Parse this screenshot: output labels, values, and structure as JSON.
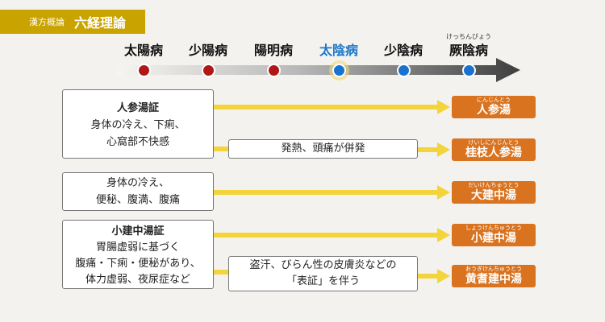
{
  "header": {
    "category": "漢方概論",
    "title": "六経理論"
  },
  "stages": [
    {
      "label": "太陽病",
      "type": "yang",
      "active": false,
      "ruby": ""
    },
    {
      "label": "少陽病",
      "type": "yang",
      "active": false,
      "ruby": ""
    },
    {
      "label": "陽明病",
      "type": "yang",
      "active": false,
      "ruby": ""
    },
    {
      "label": "太陰病",
      "type": "yin",
      "active": true,
      "ruby": ""
    },
    {
      "label": "少陰病",
      "type": "yin",
      "active": false,
      "ruby": ""
    },
    {
      "label": "厥陰病",
      "type": "yin",
      "active": false,
      "ruby": "けっちんびょう"
    }
  ],
  "boxes": {
    "ninjin": {
      "title": "人参湯証",
      "line1": "身体の冷え、下痢、",
      "line2": "心窩部不快感"
    },
    "daiken": {
      "line1": "身体の冷え、",
      "line2": "便秘、腹満、腹痛"
    },
    "shoken": {
      "title": "小建中湯証",
      "line1": "胃腸虚弱に基づく",
      "line2": "腹痛・下痢・便秘があり、",
      "line3": "体力虚弱、夜尿症など"
    }
  },
  "conditions": {
    "keishi": "発熱、頭痛が併発",
    "ogi_line1": "盗汗、びらん性の皮膚炎などの",
    "ogi_line2": "「表証」を伴う"
  },
  "results": [
    {
      "name": "人参湯",
      "ruby": "にんじんとう"
    },
    {
      "name": "桂枝人参湯",
      "ruby": "けいしにんじんとう"
    },
    {
      "name": "大建中湯",
      "ruby": "だいけんちゅうとう"
    },
    {
      "name": "小建中湯",
      "ruby": "しょうけんちゅうとう"
    },
    {
      "name": "黄耆建中湯",
      "ruby": "おうぎけんちゅうとう"
    }
  ],
  "colors": {
    "accent_gold": "#c9a300",
    "yang_red": "#b01818",
    "yin_blue": "#1a72d0",
    "result_orange": "#d9731f",
    "arrow_yellow": "#f3d43a"
  }
}
